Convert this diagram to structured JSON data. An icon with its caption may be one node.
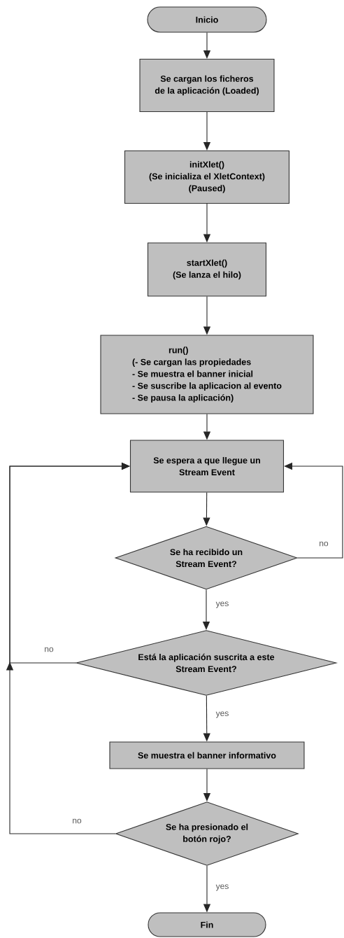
{
  "diagram": {
    "nodes": [
      {
        "text": [
          "Inicio"
        ]
      },
      {
        "text": [
          "Se cargan los ficheros de la aplicación (Loaded)"
        ]
      },
      {
        "text": [
          "initXlet()",
          "(Se inicializa el XletContext)",
          "(Paused)"
        ]
      },
      {
        "text": [
          "startXlet()",
          "(Se lanza el hilo)"
        ]
      },
      {
        "text": [
          "run()",
          "(- Se cargan las propiedades",
          "- Se muestra el banner inicial",
          "- Se suscribe la aplicacion al evento",
          "- Se pausa la aplicación)"
        ]
      },
      {
        "text": [
          "Se espera a que llegue un Stream Event"
        ]
      },
      {
        "text": [
          "Se ha recibido un Stream Event?"
        ]
      },
      {
        "text": [
          "Está la aplicación suscrita a este Stream Event?"
        ]
      },
      {
        "text": [
          "Se muestra el banner informativo"
        ]
      },
      {
        "text": [
          "Se ha presionado el botón rojo?"
        ]
      },
      {
        "text": [
          "Fin"
        ]
      }
    ],
    "edges": [
      {
        "from": 0,
        "to": 1,
        "arrow": "to"
      },
      {
        "from": 1,
        "to": 2,
        "arrow": "to"
      },
      {
        "from": 2,
        "to": 3,
        "arrow": "to"
      },
      {
        "from": 3,
        "to": 4,
        "arrow": "to"
      },
      {
        "from": 4,
        "to": 5,
        "arrow": "to"
      },
      {
        "from": 5,
        "to": 6,
        "arrow": "to"
      },
      {
        "from": 6,
        "to": 5,
        "arrow": "to",
        "label": "no"
      },
      {
        "from": 6,
        "to": 7,
        "arrow": "to",
        "label": "yes"
      },
      {
        "from": 7,
        "to": 5,
        "arrow": "to",
        "label": "no"
      },
      {
        "from": 7,
        "to": 8,
        "arrow": "to",
        "label": "yes"
      },
      {
        "from": 8,
        "to": 9,
        "arrow": "to"
      },
      {
        "from": 9,
        "to": 5,
        "arrow": "to",
        "label": "no"
      },
      {
        "from": 9,
        "to": 10,
        "arrow": "to",
        "label": "yes"
      }
    ]
  }
}
